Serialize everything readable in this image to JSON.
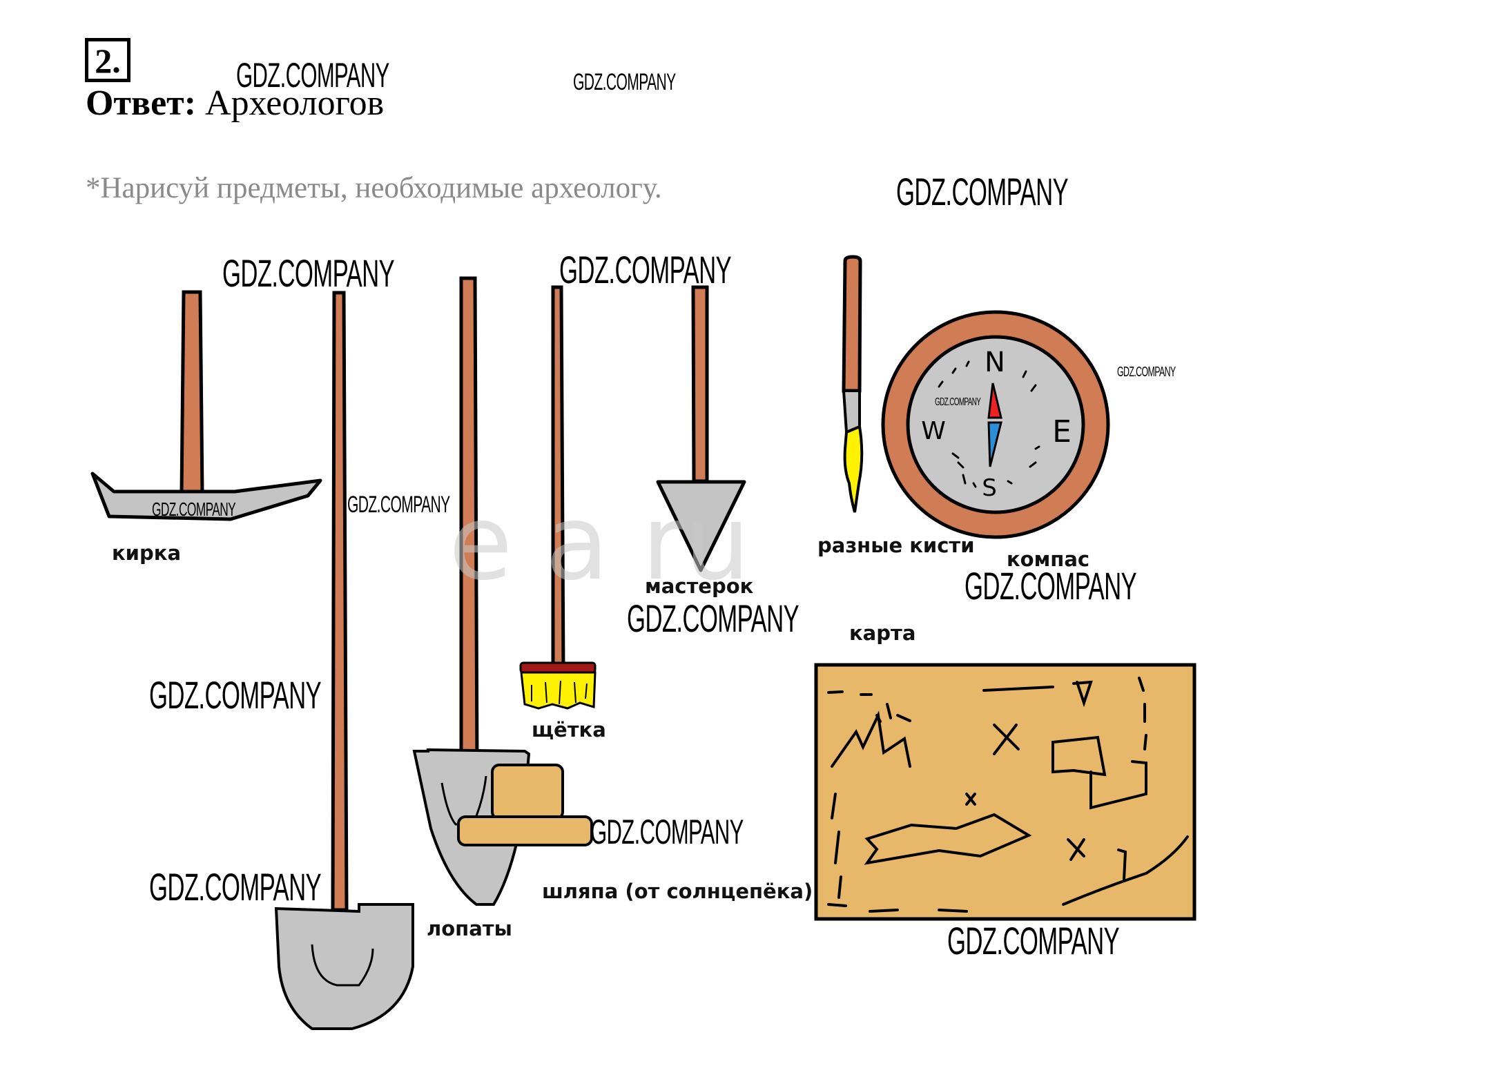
{
  "task": {
    "number": "2.",
    "answer_label": "Ответ:",
    "answer_text": " Археологов",
    "instruction": "*Нарисуй предметы, необходимые археологу."
  },
  "labels": {
    "pickaxe": "кирка",
    "shovels": "лопаты",
    "brush_broom": "щётка",
    "trowel": "мастерок",
    "brushes": "разные кисти",
    "compass": "компас",
    "hat": "шляпа (от солнцепёка)",
    "map": "карта"
  },
  "compass": {
    "north": "N",
    "south": "S",
    "east": "E",
    "west": "W"
  },
  "watermark": "GDZ.COMPANY",
  "faint_watermark": "e   a   ru",
  "colors": {
    "wood": "#d07d55",
    "metal": "#c4c4c4",
    "bristle": "#fff200",
    "broom_head": "#a01818",
    "hat": "#e8b86a",
    "map": "#e8b86a",
    "needle_north": "#ee2222",
    "needle_south": "#2a8fd6"
  }
}
